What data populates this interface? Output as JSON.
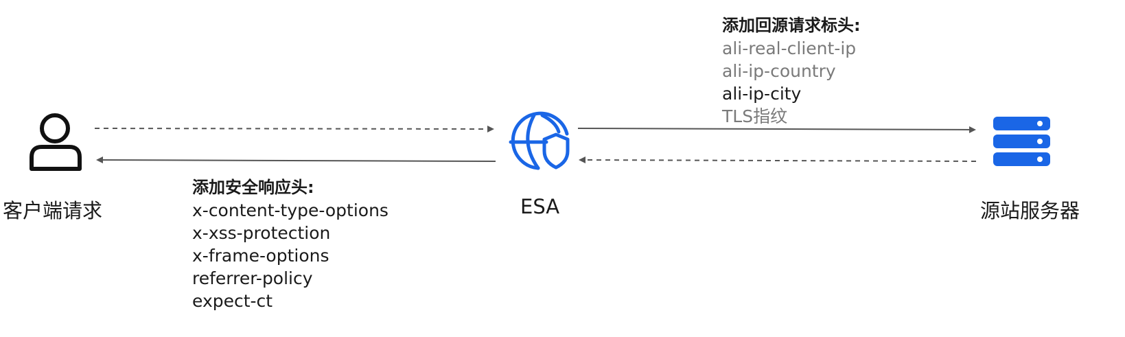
{
  "nodes": {
    "client": {
      "label": "客户端请求",
      "icon": "user-icon"
    },
    "esa": {
      "label": "ESA",
      "icon": "globe-shield-icon"
    },
    "origin": {
      "label": "源站服务器",
      "icon": "server-stack-icon"
    }
  },
  "origin_headers": {
    "title": "添加回源请求标头:",
    "items": [
      "ali-real-client-ip",
      "ali-ip-country",
      "ali-ip-city",
      "TLS指纹"
    ]
  },
  "response_headers": {
    "title": "添加安全响应头:",
    "items": [
      "x-content-type-options",
      "x-xss-protection",
      "x-frame-options",
      "referrer-policy",
      "expect-ct"
    ]
  },
  "colors": {
    "accent": "#1a66e6",
    "arrow": "#555555",
    "text": "#1a1a1a",
    "muted_text": "#7a7a7a"
  }
}
